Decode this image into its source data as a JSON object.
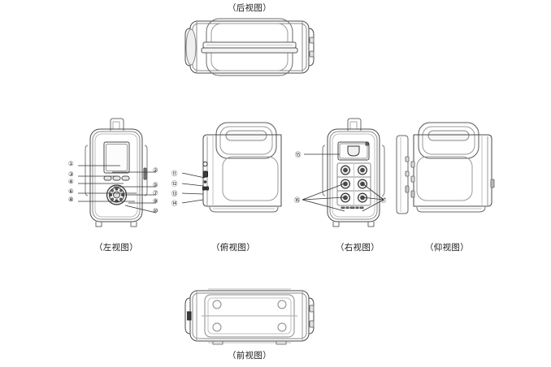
{
  "document": {
    "kind": "technical-orthographic-drawing",
    "subject": "portable power station",
    "background_color": "#ffffff",
    "line_color": "#4a4a4a",
    "text_color": "#1a1a1a"
  },
  "views": [
    {
      "id": "rear",
      "caption": "（后视图）",
      "orientation": "landscape"
    },
    {
      "id": "left",
      "caption": "（左视图）",
      "orientation": "portrait"
    },
    {
      "id": "top",
      "caption": "（俯视图）",
      "orientation": "portrait"
    },
    {
      "id": "right",
      "caption": "（右视图）",
      "orientation": "portrait"
    },
    {
      "id": "bottom",
      "caption": "（仰视图）",
      "orientation": "portrait"
    },
    {
      "id": "front",
      "caption": "（前视图）",
      "orientation": "landscape"
    }
  ],
  "callouts": {
    "left_view": {
      "left_column": [
        "①",
        "③",
        "④",
        "⑥",
        "⑧"
      ],
      "right_column": [
        "②",
        "⑤",
        "⑦",
        "⑨",
        "⑩"
      ]
    },
    "top_view": {
      "left_column": [
        "⑪",
        "⑫",
        "⑬",
        "⑭"
      ]
    },
    "right_view": {
      "left_column": [
        "⑮",
        "⑯"
      ],
      "right_column": [
        "⑰"
      ]
    }
  },
  "all_callout_numbers": [
    "①",
    "②",
    "③",
    "④",
    "⑤",
    "⑥",
    "⑦",
    "⑧",
    "⑨",
    "⑩",
    "⑪",
    "⑫",
    "⑬",
    "⑭",
    "⑮",
    "⑯",
    "⑰"
  ],
  "features": {
    "left_view": "display screen, three function buttons, circular navigation pad",
    "top_view": "edge mounted power button and connector ports",
    "right_view": "recessed connector panel and six circular output ports in two columns",
    "front_view": "rectangular access panel with four corner screws"
  }
}
